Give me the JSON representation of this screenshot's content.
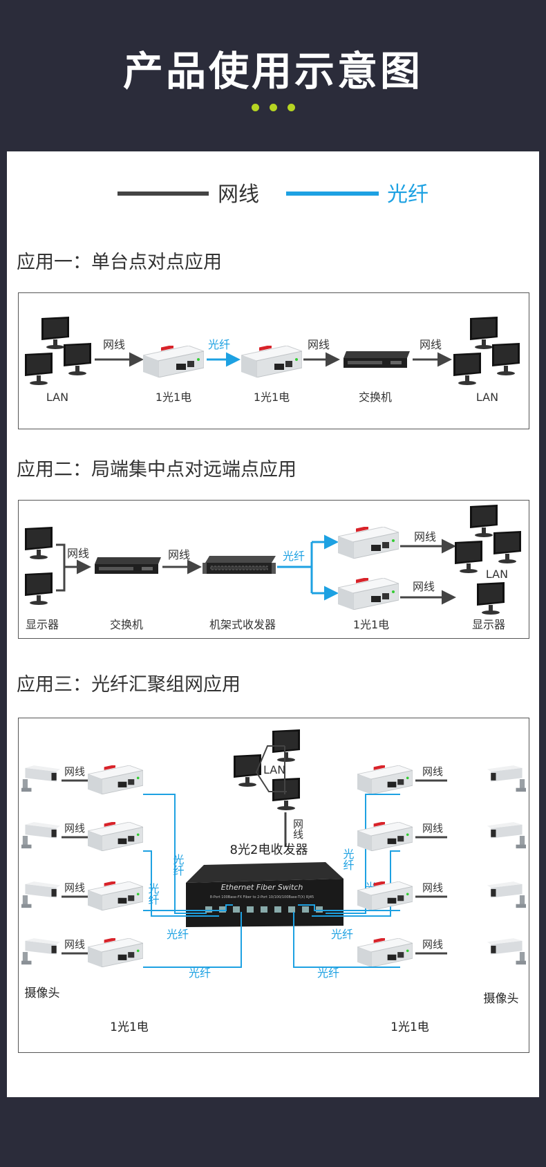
{
  "header": {
    "title": "产品使用示意图"
  },
  "legend": {
    "copper": "网线",
    "fiber": "光纤"
  },
  "colors": {
    "background": "#2b2c3a",
    "accent_dots": "#b6d522",
    "copper_line": "#444444",
    "fiber_line": "#1da1e2"
  },
  "section1": {
    "title": "应用一：单台点对点应用",
    "labels": {
      "lan_left": "LAN",
      "conv_a": "1光1电",
      "conv_b": "1光1电",
      "switch": "交换机",
      "lan_right": "LAN"
    },
    "links": {
      "l1": "网线",
      "l2": "光纤",
      "l3": "网线",
      "l4": "网线"
    }
  },
  "section2": {
    "title": "应用二：局端集中点对远端点应用",
    "labels": {
      "monitor": "显示器",
      "switch": "交换机",
      "rack": "机架式收发器",
      "conv": "1光1电",
      "lan": "LAN",
      "monitor_right": "显示器"
    },
    "links": {
      "l1": "网线",
      "l2": "网线",
      "l3": "光纤",
      "l4": "网线",
      "l5": "网线"
    }
  },
  "section3": {
    "title": "应用三：光纤汇聚组网应用",
    "labels": {
      "lan": "LAN",
      "lan_link": "网线",
      "hub": "8光2电收发器",
      "switch_brand": "Ethernet Fiber Switch",
      "switch_spec": "8-Port 100Base-FX Fiber to 2-Port 10/100/100Base-T(X) RJ45",
      "camera_left": "摄像头",
      "camera_right": "摄像头",
      "conv_left": "1光1电",
      "conv_right": "1光1电"
    },
    "copper": "网线",
    "fiber": "光纤"
  }
}
